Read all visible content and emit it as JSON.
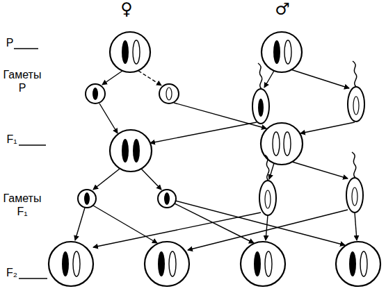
{
  "diagram": {
    "labels": [
      "♀",
      "♂",
      "P",
      "Гаметы P",
      "F₁",
      "Гаметы F₁",
      "F₂"
    ]
  }
}
